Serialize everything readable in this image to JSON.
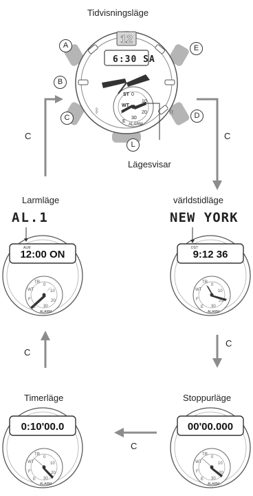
{
  "top": {
    "title": "Tidvisningsläge",
    "display": "6:30 SA",
    "hand_label": "Lägesvisar",
    "buttons": [
      "A",
      "E",
      "B",
      "C",
      "D",
      "L"
    ],
    "dial_numbers": [
      "0",
      "10",
      "20",
      "30"
    ],
    "dial_marks": [
      "ST",
      "WT",
      "F",
      "E",
      "R"
    ],
    "alarm_text": "ALARM"
  },
  "modes": {
    "alarm": {
      "label": "Larmläge",
      "screen_text": "AL.1",
      "sub": "ALM",
      "display": "12:00 ON",
      "dial_text": "ALARM"
    },
    "world": {
      "label": "världstidläge",
      "screen_text": "NEW YORK",
      "sub": "DST",
      "display": "9:12 36",
      "dial_text": "ALARM"
    },
    "timer": {
      "label": "Timerläge",
      "display": "0:10'00.0",
      "dial_text": "ALARM"
    },
    "stopwatch": {
      "label": "Stoppurläge",
      "display": "00'00.000",
      "dial_text": "ALARM"
    }
  },
  "arrows": {
    "label": "C"
  },
  "dial_small": {
    "marks": [
      "TR",
      "WT",
      "F",
      "E",
      "0",
      "10",
      "20",
      "30"
    ]
  },
  "colors": {
    "accent": "#8c8c8c",
    "line": "#333333"
  }
}
